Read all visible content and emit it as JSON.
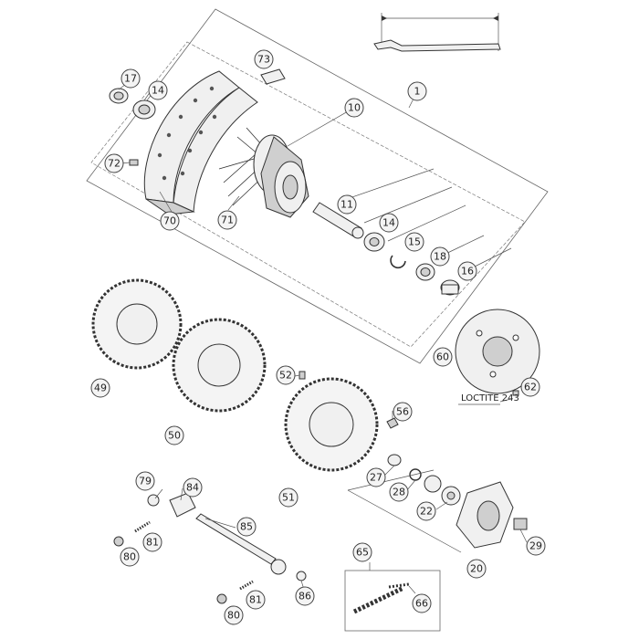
{
  "callouts": {
    "c1": "1",
    "c10": "10",
    "c11": "11",
    "c14a": "14",
    "c14b": "14",
    "c15": "15",
    "c16": "16",
    "c17": "17",
    "c18": "18",
    "c20": "20",
    "c22": "22",
    "c27": "27",
    "c28": "28",
    "c29": "29",
    "c49": "49",
    "c50": "50",
    "c51": "51",
    "c52": "52",
    "c56": "56",
    "c60": "60",
    "c62": "62",
    "c65": "65",
    "c66": "66",
    "c70": "70",
    "c71": "71",
    "c72": "72",
    "c73": "73",
    "c79": "79",
    "c80a": "80",
    "c80b": "80",
    "c81a": "81",
    "c81b": "81",
    "c84": "84",
    "c85": "85",
    "c86": "86"
  },
  "note_loctite": "LOCTITE 243",
  "colors": {
    "line": "#333333",
    "fill": "#f0f0f0",
    "callout_fill": "#f4f4f4"
  },
  "icons": [
    "spoke-wrench-icon",
    "wheel-icon",
    "sprocket-icon",
    "brake-disc-icon",
    "chain-icon"
  ]
}
